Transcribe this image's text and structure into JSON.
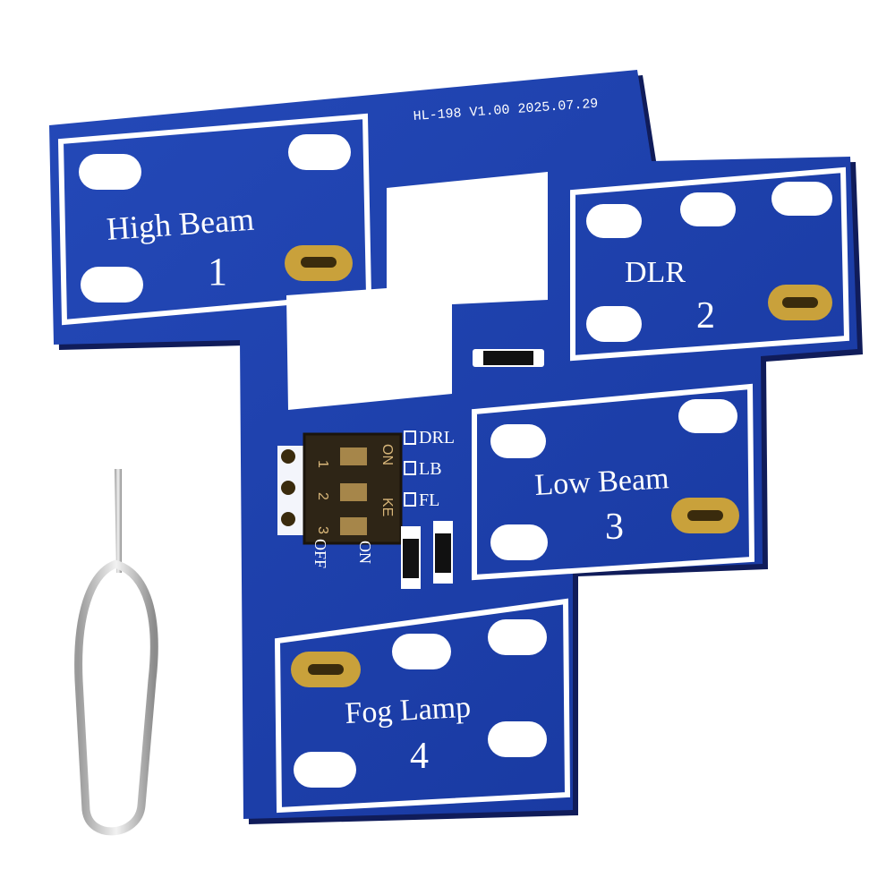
{
  "board": {
    "version_text": "HL-198 V1.00 2025.07.29",
    "pcb_color": "#1b3fae",
    "silkscreen_color": "#ffffff",
    "pad_color": "#c9a13b"
  },
  "sections": [
    {
      "label": "High Beam",
      "number": "1"
    },
    {
      "label": "DLR",
      "number": "2"
    },
    {
      "label": "Low Beam",
      "number": "3"
    },
    {
      "label": "Fog Lamp",
      "number": "4"
    }
  ],
  "dip_switch": {
    "top_label": "ON",
    "top_label_2": "KE",
    "side_label": "ON",
    "off_label": "OFF",
    "numbers": [
      "1",
      "2",
      "3"
    ],
    "channels": [
      "DRL",
      "LB",
      "FL"
    ]
  },
  "accessory": {
    "name": "ejector-pin-tool"
  }
}
